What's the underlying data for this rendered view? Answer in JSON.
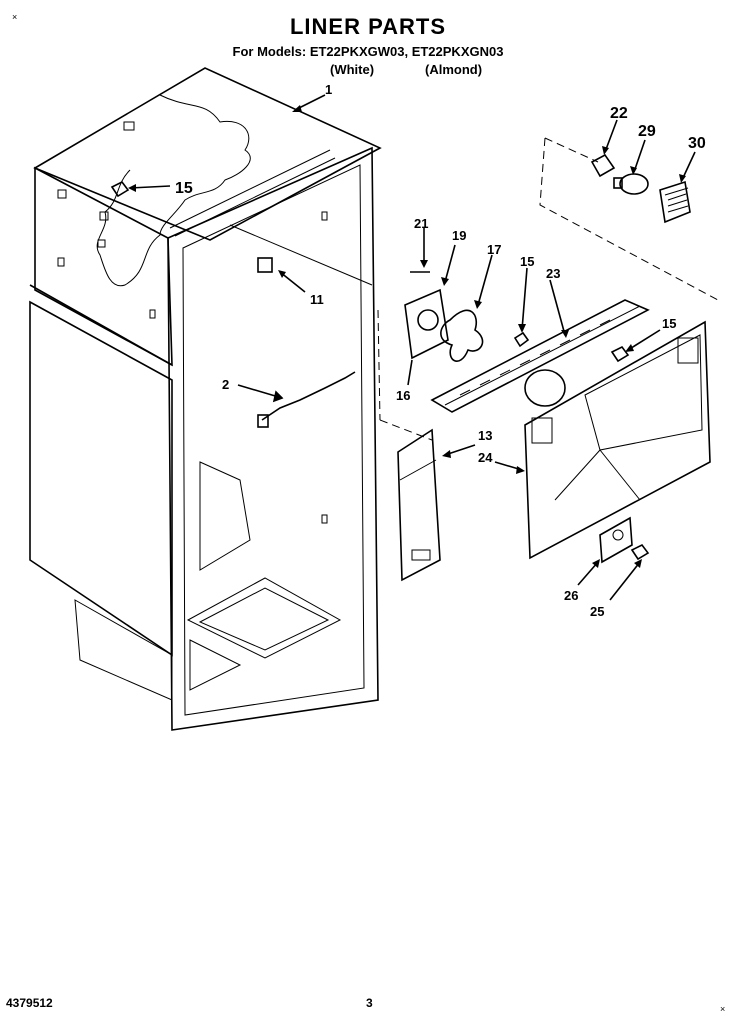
{
  "header": {
    "title": "LINER PARTS",
    "models": "For Models: ET22PKXGW03, ET22PKXGN03",
    "color_white": "(White)",
    "color_almond": "(Almond)"
  },
  "corner_marks": {
    "top_left": "×",
    "bottom_right": "×"
  },
  "footer": {
    "doc_number": "4379512",
    "page_number": "3"
  },
  "callouts": {
    "c1": "1",
    "c2": "2",
    "c11": "11",
    "c13": "13",
    "c15a": "15",
    "c15b": "15",
    "c15c": "15",
    "c16": "16",
    "c17": "17",
    "c19": "19",
    "c21": "21",
    "c22": "22",
    "c23": "23",
    "c24": "24",
    "c25": "25",
    "c26": "26",
    "c29": "29",
    "c30": "30"
  }
}
